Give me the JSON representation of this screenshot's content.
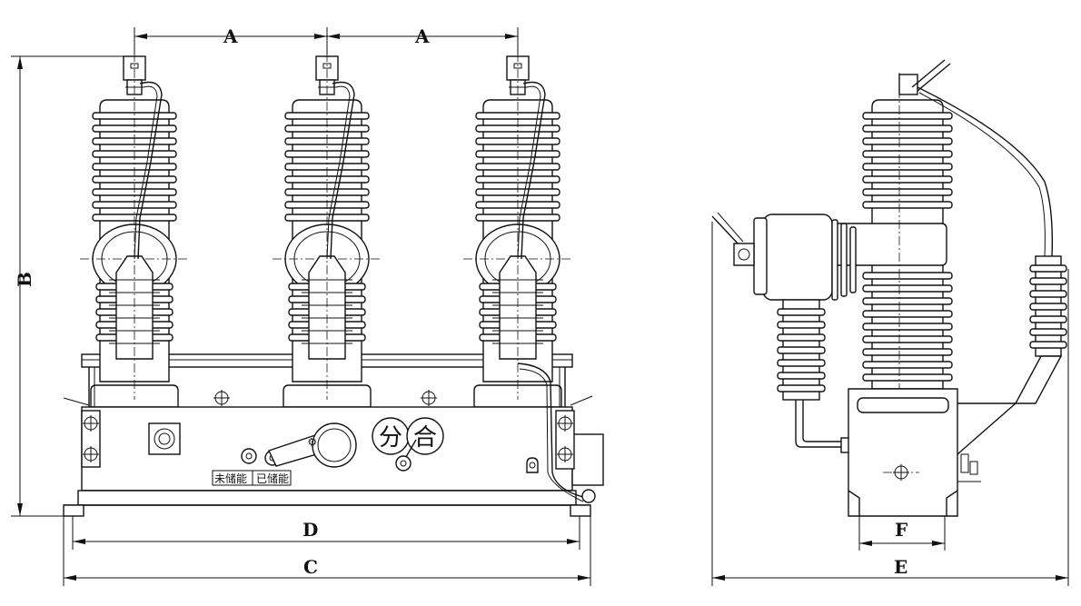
{
  "dimensions": {
    "phase_spacing": "A",
    "height": "B",
    "base_overall_width": "C",
    "base_inner_width": "D",
    "side_overall_depth": "E",
    "mount_foot_width": "F"
  },
  "panel_labels": {
    "open": "分",
    "close": "合",
    "not_charged": "未储能",
    "charged": "已储能"
  }
}
